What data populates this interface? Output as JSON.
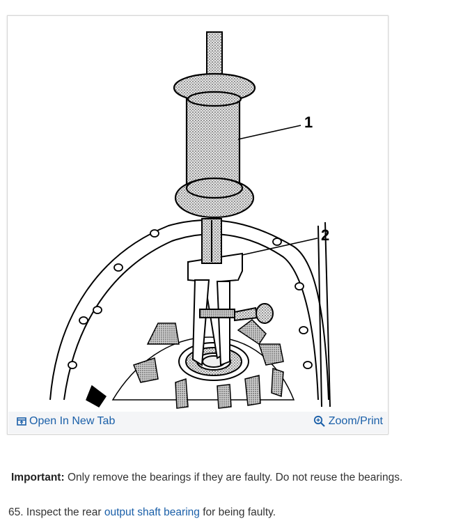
{
  "figure": {
    "callouts": [
      "1",
      "2"
    ],
    "open_tab_label": "Open In New Tab",
    "zoom_print_label": "Zoom/Print"
  },
  "note": {
    "label": "Important:",
    "text": " Only remove the bearings if they are faulty. Do not reuse the bearings."
  },
  "step": {
    "number_prefix": "65. Inspect the rear ",
    "link_text": "output shaft bearing",
    "suffix": " for being faulty."
  },
  "colors": {
    "link": "#1a5fa8",
    "footer_bg": "#f4f5f7",
    "text": "#333333"
  }
}
